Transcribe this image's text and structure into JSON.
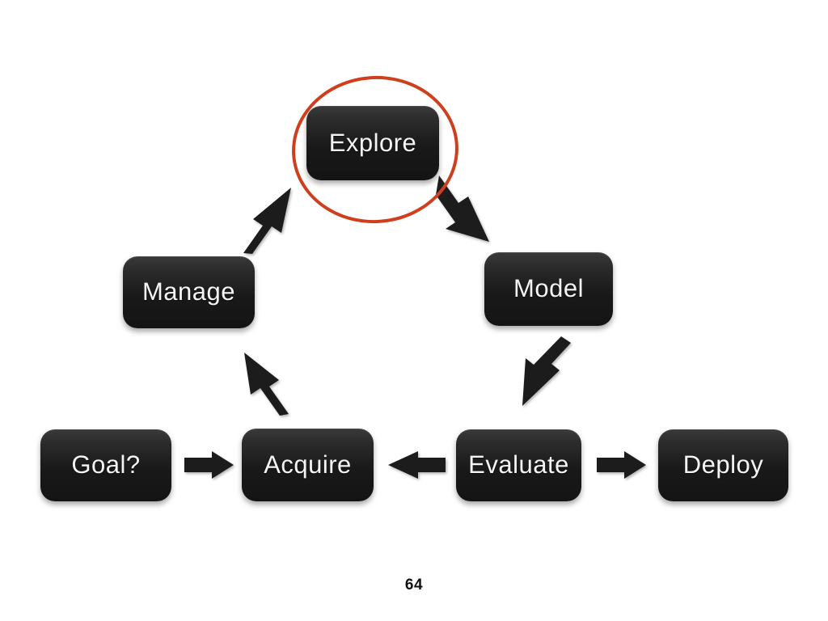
{
  "slide": {
    "page_number": "64",
    "background_color": "#ffffff"
  },
  "highlight": {
    "name": "explore-highlight-circle",
    "color": "#cf3f1e",
    "target_node": "Explore"
  },
  "diagram": {
    "type": "flow-cycle",
    "node_fill_top": "#3a3a3a",
    "node_fill_bottom": "#141414",
    "node_text_color": "#f4f4f4",
    "arrow_color": "#222222",
    "nodes": [
      {
        "id": "explore",
        "label": "Explore"
      },
      {
        "id": "manage",
        "label": "Manage"
      },
      {
        "id": "model",
        "label": "Model"
      },
      {
        "id": "goal",
        "label": "Goal?"
      },
      {
        "id": "acquire",
        "label": "Acquire"
      },
      {
        "id": "evaluate",
        "label": "Evaluate"
      },
      {
        "id": "deploy",
        "label": "Deploy"
      }
    ],
    "edges": [
      {
        "from": "goal",
        "to": "acquire",
        "direction": "right"
      },
      {
        "from": "evaluate",
        "to": "acquire",
        "direction": "left"
      },
      {
        "from": "evaluate",
        "to": "deploy",
        "direction": "right"
      },
      {
        "from": "acquire",
        "to": "manage",
        "direction": "up-left"
      },
      {
        "from": "manage",
        "to": "explore",
        "direction": "up-right"
      },
      {
        "from": "explore",
        "to": "model",
        "direction": "down-right"
      },
      {
        "from": "model",
        "to": "evaluate",
        "direction": "down-left"
      }
    ]
  }
}
